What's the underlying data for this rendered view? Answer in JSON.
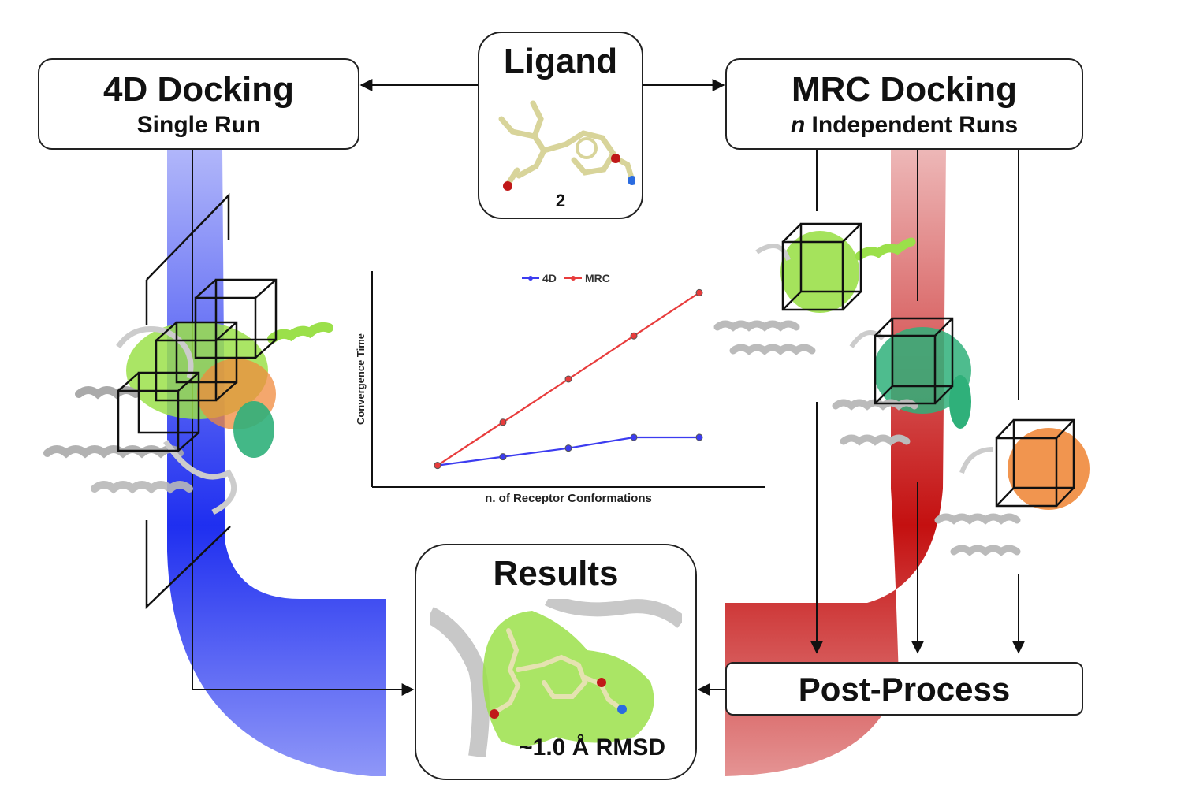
{
  "boxes": {
    "docking_4d": {
      "title": "4D Docking",
      "subtitle": "Single Run"
    },
    "mrc": {
      "title": "MRC Docking",
      "subtitle_var": "n",
      "subtitle_rest": "Independent Runs"
    },
    "ligand": {
      "title": "Ligand",
      "number": "2"
    },
    "results": {
      "title": "Results",
      "rmsd": "~1.0 Å RMSD"
    },
    "post_process": {
      "title": "Post-Process"
    }
  },
  "colors": {
    "blue_flow": "#1f2ff0",
    "red_flow": "#c41010",
    "surface_green": "#9be04a",
    "surface_teal": "#2fb07a",
    "surface_orange": "#f08a3c"
  },
  "chart_data": {
    "type": "line",
    "xlabel": "n. of Receptor Conformations",
    "ylabel": "Convergence Time",
    "x": [
      1,
      2,
      3,
      4,
      5
    ],
    "xlim": [
      0,
      6
    ],
    "ylim": [
      0,
      10
    ],
    "grid": false,
    "legend_position": "top",
    "series": [
      {
        "name": "4D",
        "color": "#3c3cf0",
        "values": [
          1.0,
          1.4,
          1.8,
          2.3,
          2.3
        ]
      },
      {
        "name": "MRC",
        "color": "#e83c3c",
        "values": [
          1.0,
          3.0,
          5.0,
          7.0,
          9.0
        ]
      }
    ]
  }
}
